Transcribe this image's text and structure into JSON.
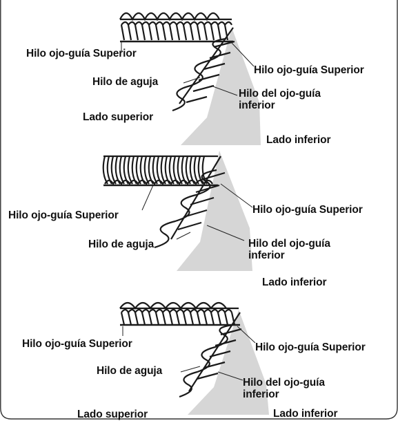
{
  "colors": {
    "ink": "#1a1a1a",
    "fabric_shade": "#d6d6d6",
    "frame": "#333333",
    "background": "#ffffff"
  },
  "diagrams": [
    {
      "id": "panel-1",
      "labels": {
        "upper_looper_left": "Hilo ojo-guía Superior",
        "needle_thread": "Hilo de aguja",
        "upper_looper_right": "Hilo ojo-guía Superior",
        "lower_looper": "Hilo del ojo-guía inferior",
        "top_side": "Lado superior",
        "bottom_side": "Lado inferior"
      }
    },
    {
      "id": "panel-2",
      "labels": {
        "upper_looper_left": "Hilo ojo-guía Superior",
        "needle_thread": "Hilo de aguja",
        "upper_looper_right": "Hilo ojo-guía Superior",
        "lower_looper": "Hilo del ojo-guía inferior",
        "bottom_side": "Lado inferior"
      }
    },
    {
      "id": "panel-3",
      "labels": {
        "upper_looper_left": "Hilo ojo-guía Superior",
        "needle_thread": "Hilo de aguja",
        "upper_looper_right": "Hilo ojo-guía Superior",
        "lower_looper": "Hilo del ojo-guía inferior",
        "top_side": "Lado superior",
        "bottom_side": "Lado inferior"
      }
    }
  ]
}
